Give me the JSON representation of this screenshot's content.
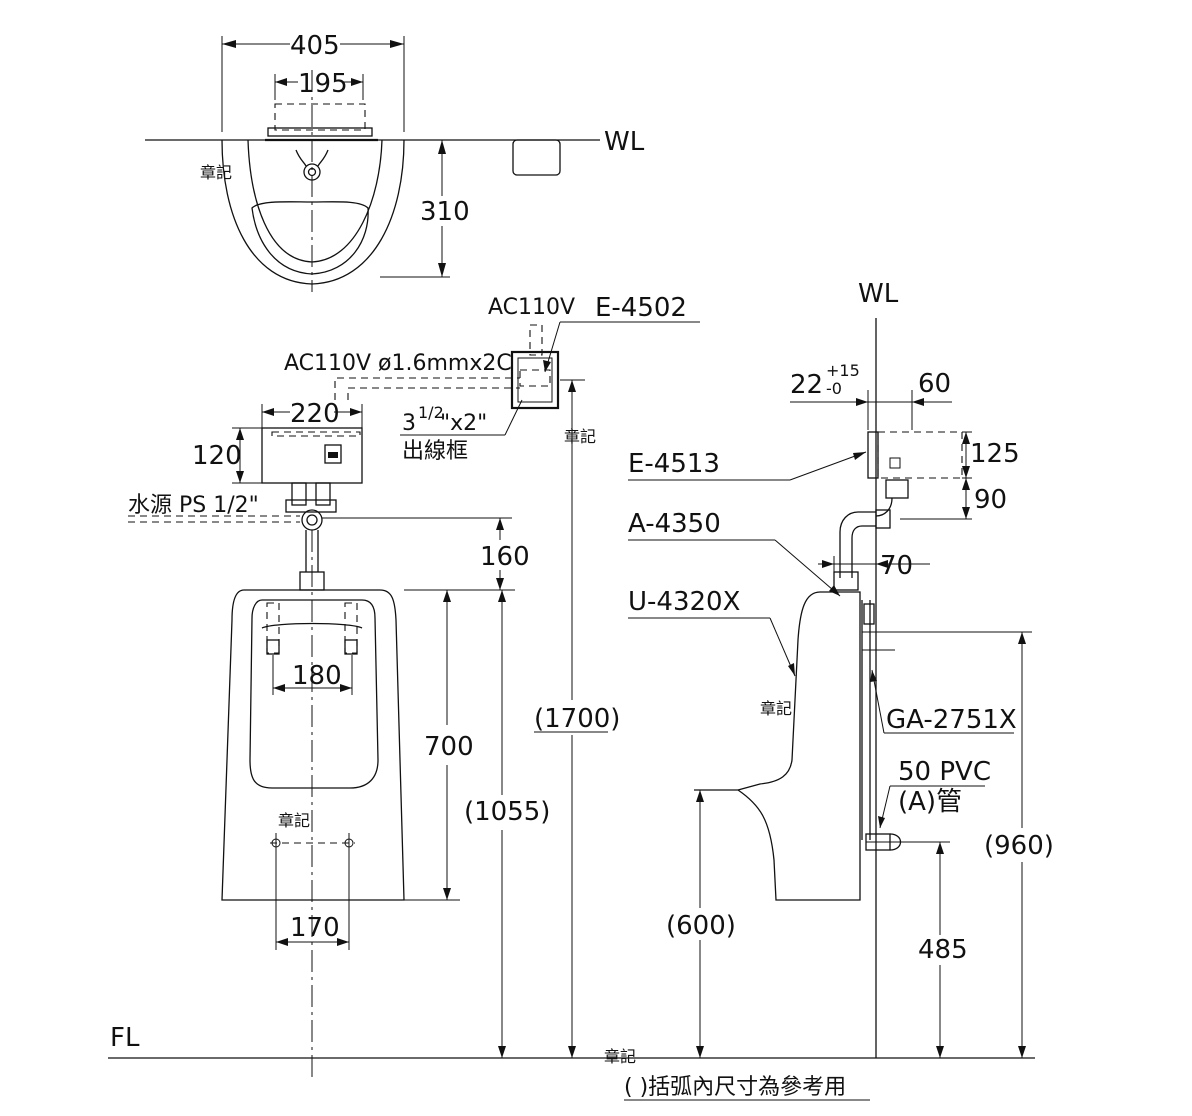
{
  "top_view": {
    "width_dim": "405",
    "inner_dim": "195",
    "depth_dim": "310",
    "wall_label": "WL",
    "stamp": "章記"
  },
  "front_view": {
    "power_label_top": "AC110V",
    "power_cable_label": "AC110V  ø1.6mmx2C",
    "box_model": "E-4502",
    "box_size_whole": "3",
    "box_size_fraction": "1/2",
    "box_size_rest": "\"x2\"",
    "box_name": "出線框",
    "sensor_width": "220",
    "sensor_height": "120",
    "water_supply": "水源 PS 1/2\"",
    "pipe_len": "160",
    "bowl_inner": "180",
    "bowl_height": "700",
    "total_height": "(1700)",
    "rim_height": "(1055)",
    "hanger_spacing": "170",
    "stamp_top": "章記",
    "stamp_mid": "章記",
    "floor_label": "FL"
  },
  "side_view": {
    "wall_label": "WL",
    "offset_base": "22",
    "offset_upper_tol": "+15",
    "offset_lower_tol": "-0",
    "depth_60": "60",
    "sensor_model": "E-4513",
    "height_125": "125",
    "height_90": "90",
    "spud_model": "A-4350",
    "spud_dim": "70",
    "urinal_model": "U-4320X",
    "trap_model": "GA-2751X",
    "drain_pipe": "50 PVC",
    "drain_pipe_type": "(A)管",
    "lip_height": "(600)",
    "drain_height": "485",
    "spud_height": "(960)",
    "stamp": "章記",
    "stamp_floor": "章記"
  },
  "footnote": "( )括弧內尺寸為參考用"
}
